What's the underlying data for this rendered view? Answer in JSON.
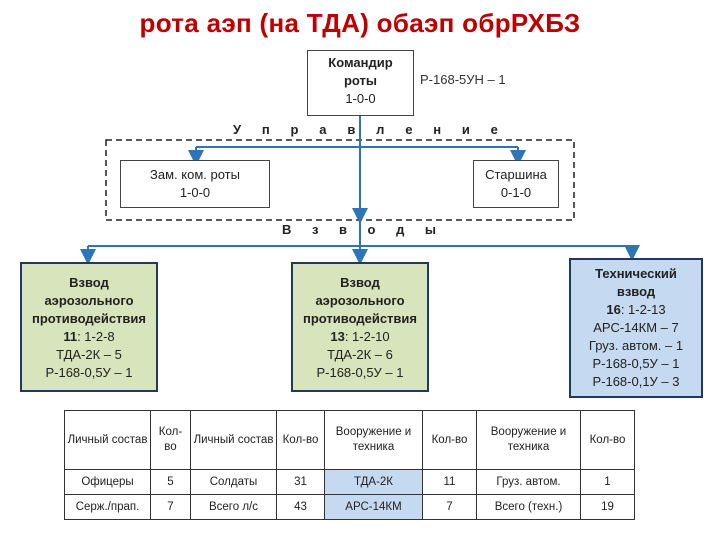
{
  "title": "рота аэп (на ТДА) обаэп обрРХБЗ",
  "commander": {
    "name_line1": "Командир",
    "name_line2": "роты",
    "staff": "1-0-0",
    "radio": "Р-168-5УН – 1"
  },
  "management_label": "Управление",
  "deputy": {
    "name": "Зам. ком. роты",
    "staff": "1-0-0"
  },
  "sergeant_major": {
    "name": "Старшина",
    "staff": "0-1-0"
  },
  "platoons_label": "Взводы",
  "platoon1": {
    "line1": "Взвод",
    "line2": "аэрозольного",
    "line3": "противодействия",
    "count": "11",
    "staff": ": 1-2-8",
    "equip1": "ТДА-2К – 5",
    "equip2": "Р-168-0,5У – 1"
  },
  "platoon2": {
    "line1": "Взвод",
    "line2": "аэрозольного",
    "line3": "противодействия",
    "count": "13",
    "staff": ": 1-2-10",
    "equip1": "ТДА-2К – 6",
    "equip2": "Р-168-0,5У – 1"
  },
  "tech_platoon": {
    "line1": "Технический",
    "line2": "взвод",
    "count": "16",
    "staff": ": 1-2-13",
    "equip1": "АРС-14КМ – 7",
    "equip2": "Груз. автом. – 1",
    "equip3": "Р-168-0,5У – 1",
    "equip4": "Р-168-0,1У – 3"
  },
  "table": {
    "headers": [
      "Личный состав",
      "Кол-во",
      "Личный состав",
      "Кол-во",
      "Вооружение и техника",
      "Кол-во",
      "Вооружение и техника",
      "Кол-во"
    ],
    "rows": [
      [
        "Офицеры",
        "5",
        "Солдаты",
        "31",
        "ТДА-2К",
        "11",
        "Груз. автом.",
        "1"
      ],
      [
        "Серж./прап.",
        "7",
        "Всего л/с",
        "43",
        "АРС-14КМ",
        "7",
        "Всего (техн.)",
        "19"
      ]
    ]
  },
  "colors": {
    "title": "#c00000",
    "connector": "#2e75b6",
    "green_fill": "#d8e4bc",
    "blue_fill": "#c5d9f1"
  }
}
